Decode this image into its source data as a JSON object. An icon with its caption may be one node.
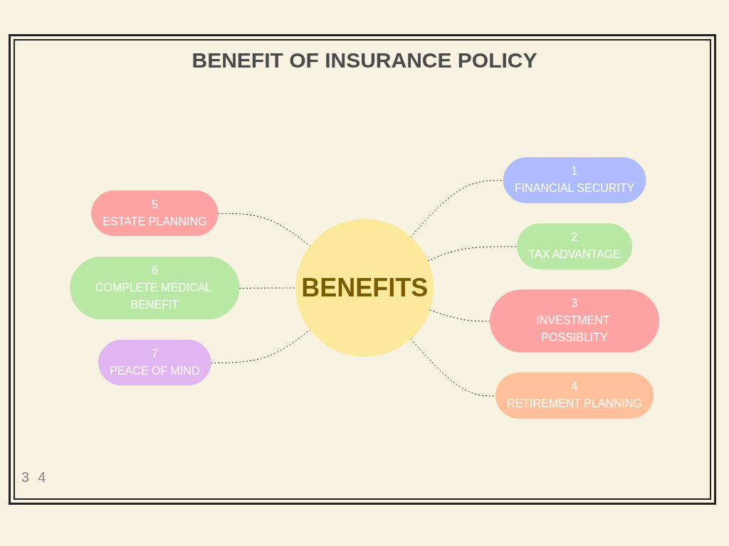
{
  "diagram": {
    "title": "BENEFIT OF INSURANCE POLICY",
    "nodes": [
      {
        "text": [
          "BENEFITS"
        ]
      },
      {
        "text": [
          "1",
          "FINANCIAL SECURITY"
        ]
      },
      {
        "text": [
          "2",
          "TAX ADVANTAGE"
        ]
      },
      {
        "text": [
          "3",
          "INVESTMENT POSSIBLITY"
        ]
      },
      {
        "text": [
          "4",
          "RETIREMENT PLANNING"
        ]
      },
      {
        "text": [
          "5",
          "ESTATE PLANNING"
        ]
      },
      {
        "text": [
          "6",
          "COMPLETE MEDICAL BENEFIT"
        ]
      },
      {
        "text": [
          "7",
          "PEACE OF MIND"
        ]
      }
    ],
    "edges": [
      {
        "from": 0,
        "to": 1,
        "arrow": "none",
        "style": "dashed"
      },
      {
        "from": 0,
        "to": 2,
        "arrow": "none",
        "style": "dashed"
      },
      {
        "from": 0,
        "to": 3,
        "arrow": "none",
        "style": "dashed"
      },
      {
        "from": 0,
        "to": 4,
        "arrow": "none",
        "style": "dashed"
      },
      {
        "from": 5,
        "to": 0,
        "arrow": "none",
        "style": "dashed"
      },
      {
        "from": 6,
        "to": 0,
        "arrow": "none",
        "style": "dashed"
      },
      {
        "from": 7,
        "to": 0,
        "arrow": "none",
        "style": "dashed"
      }
    ],
    "labels": [
      "3",
      "4"
    ]
  }
}
